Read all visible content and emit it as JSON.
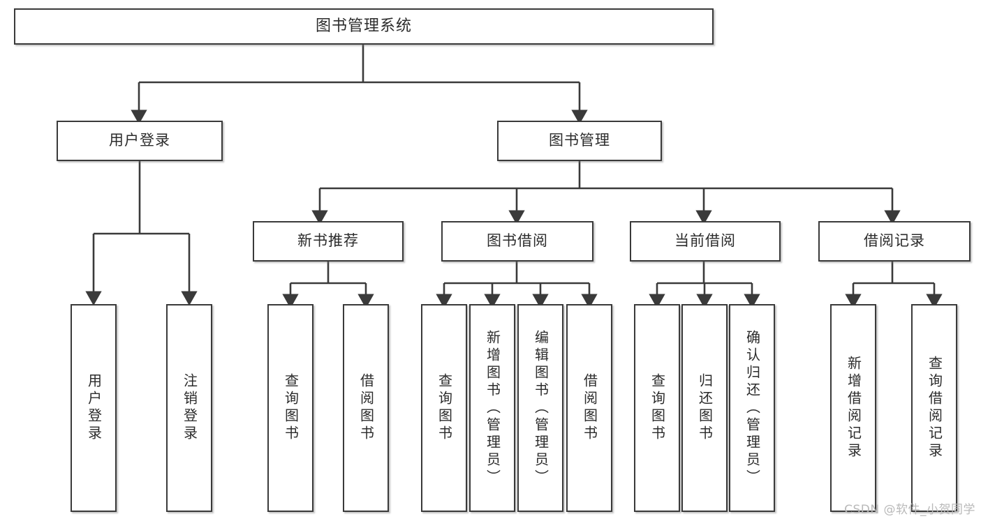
{
  "diagram": {
    "title": "图书管理系统",
    "watermark": "CSDN @软件_小贺同学",
    "line_color": "#3a3a3a",
    "box_border_color": "#3a3a3a",
    "box_fill": "#ffffff",
    "text_color": "#2b2b2b",
    "watermark_color": "#b9b9b9"
  },
  "nodes": {
    "root": {
      "label": "图书管理系统"
    },
    "level2": [
      {
        "label": "用户登录"
      },
      {
        "label": "图书管理"
      }
    ],
    "level3": [
      {
        "label": "新书推荐"
      },
      {
        "label": "图书借阅"
      },
      {
        "label": "当前借阅"
      },
      {
        "label": "借阅记录"
      }
    ],
    "leaves": {
      "user_login": [
        {
          "label": "用户登录"
        },
        {
          "label": "注销登录"
        }
      ],
      "new_book": [
        {
          "label": "查询图书"
        },
        {
          "label": "借阅图书"
        }
      ],
      "book_borrow": [
        {
          "label": "查询图书"
        },
        {
          "label": "新增图书（管理员）"
        },
        {
          "label": "编辑图书（管理员）"
        },
        {
          "label": "借阅图书"
        }
      ],
      "current_borrow": [
        {
          "label": "查询图书"
        },
        {
          "label": "归还图书"
        },
        {
          "label": "确认归还（管理员）"
        }
      ],
      "borrow_record": [
        {
          "label": "新增借阅记录"
        },
        {
          "label": "查询借阅记录"
        }
      ]
    }
  }
}
